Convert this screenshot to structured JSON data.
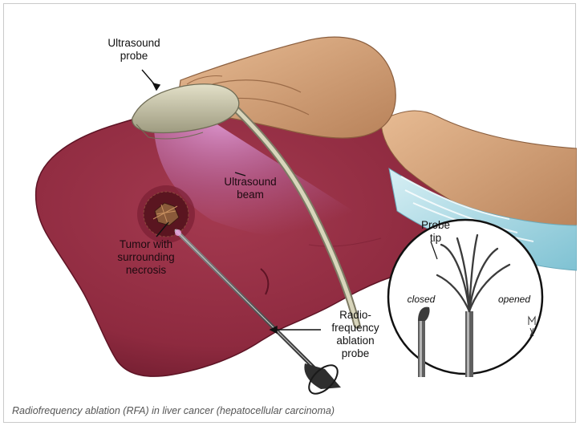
{
  "labels": {
    "ultrasound_probe": "Ultrasound\nprobe",
    "ultrasound_beam": "Ultrasound\nbeam",
    "tumor": "Tumor with\nsurrounding\nnecrosis",
    "rfa_probe": "Radio-\nfrequency\nablation\nprobe",
    "probe_tip": "Probe\ntip",
    "closed": "closed",
    "opened": "opened"
  },
  "caption": "Radiofrequency ablation (RFA) in liver cancer (hepatocellular carcinoma)",
  "colors": {
    "liver": "#8e2a3f",
    "liver_dark": "#5e1425",
    "skin": "#d9a77d",
    "sleeve": "#a9d9e4",
    "probe_body": "#c9c6ad",
    "beam": "#b86fb0"
  }
}
